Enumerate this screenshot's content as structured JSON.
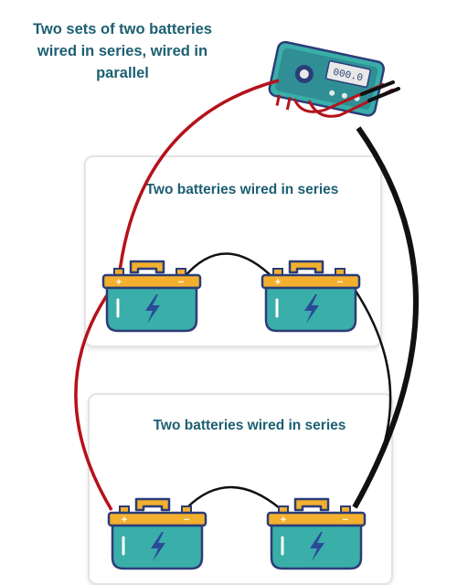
{
  "title": "Two sets of two batteries wired in series, wired in parallel",
  "groups": [
    {
      "label": "Two batteries wired in series"
    },
    {
      "label": "Two batteries wired in series"
    }
  ],
  "terminal_symbols": {
    "positive": "+",
    "negative": "−"
  },
  "multimeter": {
    "display": "000.0"
  },
  "colors": {
    "positive_wire": "#b5121b",
    "negative_wire": "#111111",
    "series_wire": "#111111",
    "battery_body": "#3aaea8",
    "battery_lid": "#f3b02f",
    "bolt": "#2a4a9a",
    "text": "#1c5f72"
  }
}
